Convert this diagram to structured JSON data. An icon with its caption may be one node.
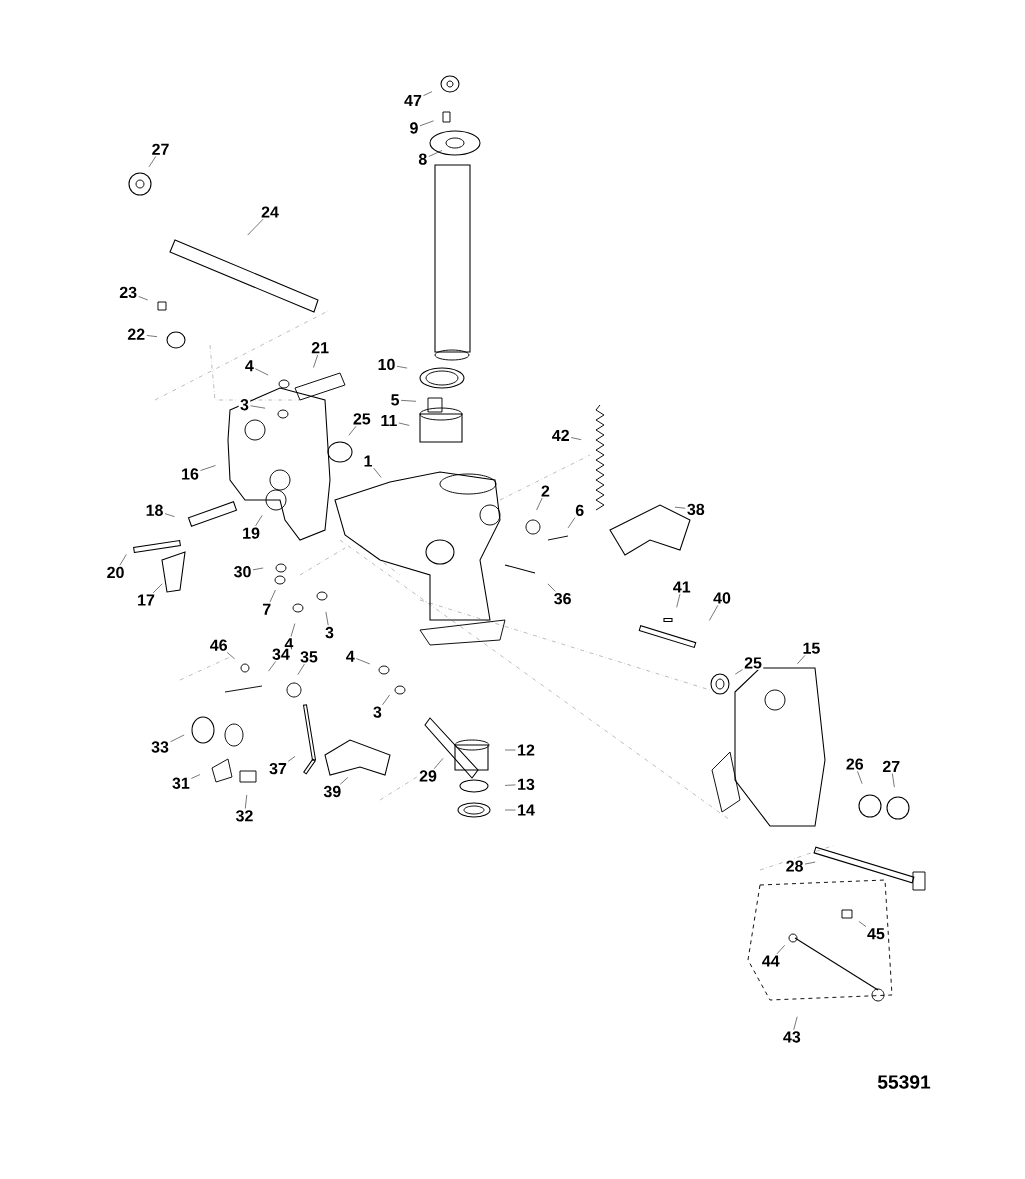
{
  "diagram": {
    "nodes": [
      {
        "text": [
          "47"
        ]
      },
      {
        "text": [
          "9"
        ]
      },
      {
        "text": [
          "8"
        ]
      },
      {
        "text": [
          "27"
        ]
      },
      {
        "text": [
          "24"
        ]
      },
      {
        "text": [
          "23"
        ]
      },
      {
        "text": [
          "22"
        ]
      },
      {
        "text": [
          "4"
        ]
      },
      {
        "text": [
          "3"
        ]
      },
      {
        "text": [
          "21"
        ]
      },
      {
        "text": [
          "10"
        ]
      },
      {
        "text": [
          "5"
        ]
      },
      {
        "text": [
          "11"
        ]
      },
      {
        "text": [
          "1"
        ]
      },
      {
        "text": [
          "42"
        ]
      },
      {
        "text": [
          "16"
        ]
      },
      {
        "text": [
          "25"
        ]
      },
      {
        "text": [
          "18"
        ]
      },
      {
        "text": [
          "19"
        ]
      },
      {
        "text": [
          "2"
        ]
      },
      {
        "text": [
          "6"
        ]
      },
      {
        "text": [
          "38"
        ]
      },
      {
        "text": [
          "20"
        ]
      },
      {
        "text": [
          "17"
        ]
      },
      {
        "text": [
          "30"
        ]
      },
      {
        "text": [
          "7"
        ]
      },
      {
        "text": [
          "3"
        ]
      },
      {
        "text": [
          "4"
        ]
      },
      {
        "text": [
          "36"
        ]
      },
      {
        "text": [
          "41"
        ]
      },
      {
        "text": [
          "40"
        ]
      },
      {
        "text": [
          "4"
        ]
      },
      {
        "text": [
          "3"
        ]
      },
      {
        "text": [
          "46"
        ]
      },
      {
        "text": [
          "34"
        ]
      },
      {
        "text": [
          "35"
        ]
      },
      {
        "text": [
          "37"
        ]
      },
      {
        "text": [
          "39"
        ]
      },
      {
        "text": [
          "12"
        ]
      },
      {
        "text": [
          "13"
        ]
      },
      {
        "text": [
          "14"
        ]
      },
      {
        "text": [
          "33"
        ]
      },
      {
        "text": [
          "31"
        ]
      },
      {
        "text": [
          "32"
        ]
      },
      {
        "text": [
          "25"
        ]
      },
      {
        "text": [
          "15"
        ]
      },
      {
        "text": [
          "29"
        ]
      },
      {
        "text": [
          "26"
        ]
      },
      {
        "text": [
          "27"
        ]
      },
      {
        "text": [
          "28"
        ]
      },
      {
        "text": [
          "45"
        ]
      },
      {
        "text": [
          "44"
        ]
      },
      {
        "text": [
          "43"
        ]
      }
    ],
    "edges": [
      {
        "from": 0,
        "to": null,
        "arrow": "none"
      },
      {
        "from": 1,
        "to": null,
        "arrow": "none"
      },
      {
        "from": 2,
        "to": null,
        "arrow": "none"
      },
      {
        "from": 3,
        "to": null,
        "arrow": "none"
      },
      {
        "from": 4,
        "to": null,
        "arrow": "none"
      },
      {
        "from": 5,
        "to": null,
        "arrow": "none"
      },
      {
        "from": 6,
        "to": null,
        "arrow": "none"
      },
      {
        "from": 7,
        "to": null,
        "arrow": "none"
      },
      {
        "from": 8,
        "to": null,
        "arrow": "none"
      },
      {
        "from": 9,
        "to": null,
        "arrow": "none"
      },
      {
        "from": 10,
        "to": null,
        "arrow": "none"
      },
      {
        "from": 11,
        "to": null,
        "arrow": "none"
      },
      {
        "from": 12,
        "to": null,
        "arrow": "none"
      },
      {
        "from": 13,
        "to": null,
        "arrow": "none"
      },
      {
        "from": 14,
        "to": null,
        "arrow": "none"
      },
      {
        "from": 15,
        "to": null,
        "arrow": "none"
      },
      {
        "from": 16,
        "to": null,
        "arrow": "none"
      },
      {
        "from": 17,
        "to": null,
        "arrow": "none"
      },
      {
        "from": 18,
        "to": null,
        "arrow": "none"
      },
      {
        "from": 19,
        "to": null,
        "arrow": "none"
      },
      {
        "from": 20,
        "to": null,
        "arrow": "none"
      },
      {
        "from": 21,
        "to": null,
        "arrow": "none"
      },
      {
        "from": 22,
        "to": null,
        "arrow": "none"
      },
      {
        "from": 23,
        "to": null,
        "arrow": "none"
      },
      {
        "from": 24,
        "to": null,
        "arrow": "none"
      },
      {
        "from": 25,
        "to": null,
        "arrow": "none"
      },
      {
        "from": 26,
        "to": null,
        "arrow": "none"
      },
      {
        "from": 27,
        "to": null,
        "arrow": "none"
      },
      {
        "from": 28,
        "to": null,
        "arrow": "none"
      },
      {
        "from": 29,
        "to": null,
        "arrow": "none"
      },
      {
        "from": 30,
        "to": null,
        "arrow": "none"
      },
      {
        "from": 31,
        "to": null,
        "arrow": "none"
      },
      {
        "from": 32,
        "to": null,
        "arrow": "none"
      },
      {
        "from": 33,
        "to": null,
        "arrow": "none"
      },
      {
        "from": 34,
        "to": null,
        "arrow": "none"
      },
      {
        "from": 35,
        "to": null,
        "arrow": "none"
      },
      {
        "from": 36,
        "to": null,
        "arrow": "none"
      },
      {
        "from": 37,
        "to": null,
        "arrow": "none"
      },
      {
        "from": 38,
        "to": null,
        "arrow": "none"
      },
      {
        "from": 39,
        "to": null,
        "arrow": "none"
      },
      {
        "from": 40,
        "to": null,
        "arrow": "none"
      },
      {
        "from": 41,
        "to": null,
        "arrow": "none"
      },
      {
        "from": 42,
        "to": null,
        "arrow": "none"
      },
      {
        "from": 43,
        "to": null,
        "arrow": "none"
      },
      {
        "from": 44,
        "to": null,
        "arrow": "none"
      },
      {
        "from": 45,
        "to": null,
        "arrow": "none"
      },
      {
        "from": 46,
        "to": null,
        "arrow": "none"
      },
      {
        "from": 47,
        "to": null,
        "arrow": "none"
      },
      {
        "from": 48,
        "to": null,
        "arrow": "none"
      },
      {
        "from": 49,
        "to": null,
        "arrow": "none"
      },
      {
        "from": 50,
        "to": null,
        "arrow": "none"
      },
      {
        "from": 51,
        "to": null,
        "arrow": "none"
      },
      {
        "from": 52,
        "to": null,
        "arrow": "none"
      }
    ],
    "labels": [
      "55391"
    ]
  }
}
